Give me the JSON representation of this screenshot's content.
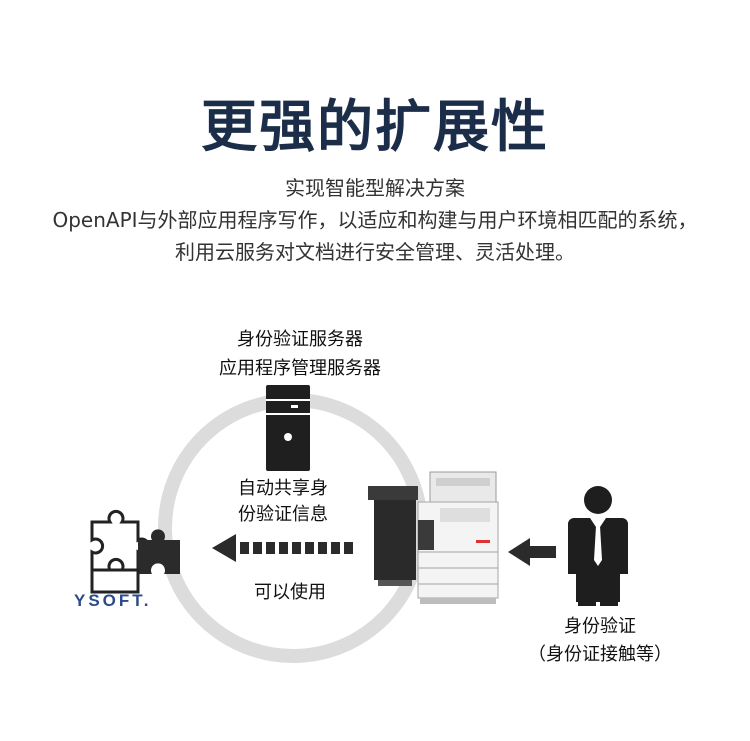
{
  "title": "更强的扩展性",
  "subtitle": {
    "line1": "实现智能型解决方案",
    "line2": "OpenAPI与外部应用程序写作，以适应和构建与用户环境相匹配的系统，",
    "line3": "利用云服务对文档进行安全管理、灵活处理。"
  },
  "diagram": {
    "server_label_1": "身份验证服务器",
    "server_label_2": "应用程序管理服务器",
    "share_label_1": "自动共享身",
    "share_label_2": "份验证信息",
    "use_label": "可以使用",
    "user_label_1": "身份验证",
    "user_label_2": "（身份证接触等）",
    "logo_text": "YSOFT."
  }
}
